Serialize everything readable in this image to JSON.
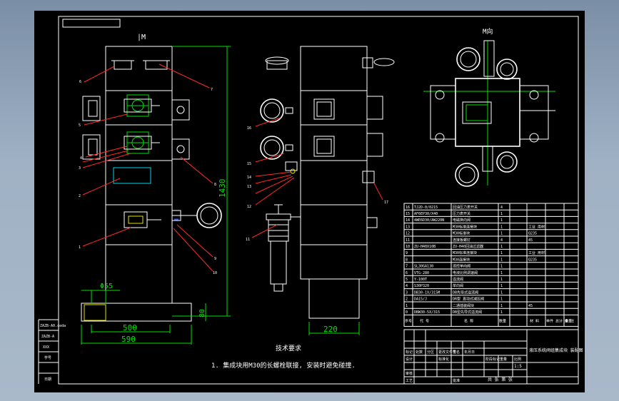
{
  "drawing": {
    "view_labels": {
      "left": "|M",
      "right": "M向"
    },
    "dimensions": {
      "height": "1430",
      "width_inner": "500",
      "width_outer": "590",
      "diameter": "Φ55",
      "base_height": "80",
      "side_width": "220"
    },
    "balloons_left": [
      "6",
      "7",
      "5",
      "4",
      "3",
      "2",
      "1",
      "8",
      "9",
      "10"
    ],
    "balloons_mid": [
      "16",
      "15",
      "14",
      "13",
      "12",
      "11",
      "17"
    ],
    "notes": {
      "title": "技术要求",
      "text": "1. 集成块用M30的长螺栓联接, 安装时避免碰撞."
    }
  },
  "parts_list": {
    "rows": [
      {
        "no": "16",
        "code": "TJ2D-0/0215",
        "name": "回油压力表开关",
        "qty": "4",
        "material": "",
        "note": ""
      },
      {
        "no": "15",
        "code": "AF6EP30/X40",
        "name": "压力表开关",
        "qty": "1",
        "material": "",
        "note": ""
      },
      {
        "no": "14",
        "code": "4WE6D30/AW220N",
        "name": "电磁换向阀",
        "qty": "1",
        "material": "",
        "note": ""
      },
      {
        "no": "13",
        "code": "",
        "name": "M30标准连接块",
        "qty": "1",
        "material": "工业 用材",
        "note": ""
      },
      {
        "no": "12",
        "code": "",
        "name": "M30标准块",
        "qty": "1",
        "material": "Q235",
        "note": ""
      },
      {
        "no": "11",
        "code": "",
        "name": "连接板螺钉",
        "qty": "4",
        "material": "45",
        "note": ""
      },
      {
        "no": "10",
        "code": "ZU-H40X10B",
        "name": "ZU-H40回油过滤器",
        "qty": "1",
        "material": "",
        "note": ""
      },
      {
        "no": "9",
        "code": "",
        "name": "M30标准连接块",
        "qty": "1",
        "material": "工业 用材",
        "note": ""
      },
      {
        "no": "8",
        "code": "",
        "name": "M30连接块",
        "qty": "1",
        "material": "Q235",
        "note": ""
      },
      {
        "no": "7",
        "code": "SL30GA130",
        "name": "液控单向阀",
        "qty": "1",
        "material": "",
        "note": ""
      },
      {
        "no": "6",
        "code": "VTG-280",
        "name": "电液比例调速阀",
        "qty": "1",
        "material": "",
        "note": ""
      },
      {
        "no": "5",
        "code": "Y-100T",
        "name": "溢流阀",
        "qty": "1",
        "material": "",
        "note": ""
      },
      {
        "no": "4",
        "code": "S30P320",
        "name": "单向阀",
        "qty": "1",
        "material": "",
        "note": ""
      },
      {
        "no": "3",
        "code": "DB30-1X/315M",
        "name": "DB先导式溢流阀",
        "qty": "1",
        "material": "",
        "note": ""
      },
      {
        "no": "2",
        "code": "DA15/J",
        "name": "DR型 直动式减压阀",
        "qty": "1",
        "material": "",
        "note": ""
      },
      {
        "no": "1",
        "code": "",
        "name": "二通插装阀块",
        "qty": "1",
        "material": "45",
        "note": ""
      },
      {
        "no": "0",
        "code": "DBW30-5X/315",
        "name": "DB型先导式溢流阀",
        "qty": "1",
        "material": "",
        "note": ""
      }
    ],
    "header": {
      "no": "序号",
      "code": "代  号",
      "name": "名  称",
      "qty": "数量",
      "material": "材  料",
      "weight": "单件 总计 重量",
      "note": "备 注"
    }
  },
  "title_block": {
    "drawing_title": "液压系统阀组集成块 装配图",
    "labels": [
      "标记",
      "处数",
      "分区",
      "更改文件号",
      "签名",
      "年月日",
      "设计",
      "标准化",
      "审核",
      "工艺",
      "批准",
      "阶段标记",
      "重量",
      "比例",
      "共 张 第 张"
    ],
    "scale": "1:5"
  },
  "margin_labels": [
    "ZAZB-A0.ceda",
    "ZAZB-A",
    "XXX",
    "学号",
    "日期"
  ]
}
